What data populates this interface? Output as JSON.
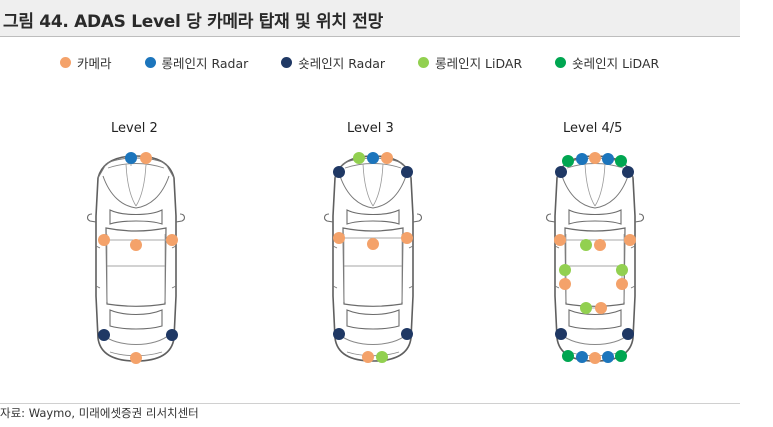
{
  "title": "그림 44. ADAS Level 당 카메라 탑재 및 위치 전망",
  "legend": [
    {
      "label": "카메라",
      "color": "#f4a26a",
      "icon": "orange-dot"
    },
    {
      "label": "롱레인지 Radar",
      "color": "#1c75bc",
      "icon": "blue-dot"
    },
    {
      "label": "숏레인지 Radar",
      "color": "#1f3864",
      "icon": "navy-dot"
    },
    {
      "label": "롱레인지 LiDAR",
      "color": "#92d050",
      "icon": "lightgreen-dot"
    },
    {
      "label": "숏레인지 LiDAR",
      "color": "#00a651",
      "icon": "green-dot"
    }
  ],
  "levels": [
    {
      "label": "Level 2"
    },
    {
      "label": "Level 3"
    },
    {
      "label": "Level 4/5"
    }
  ],
  "source": "자료: Waymo, 미래에셋증권 리서치센터"
}
